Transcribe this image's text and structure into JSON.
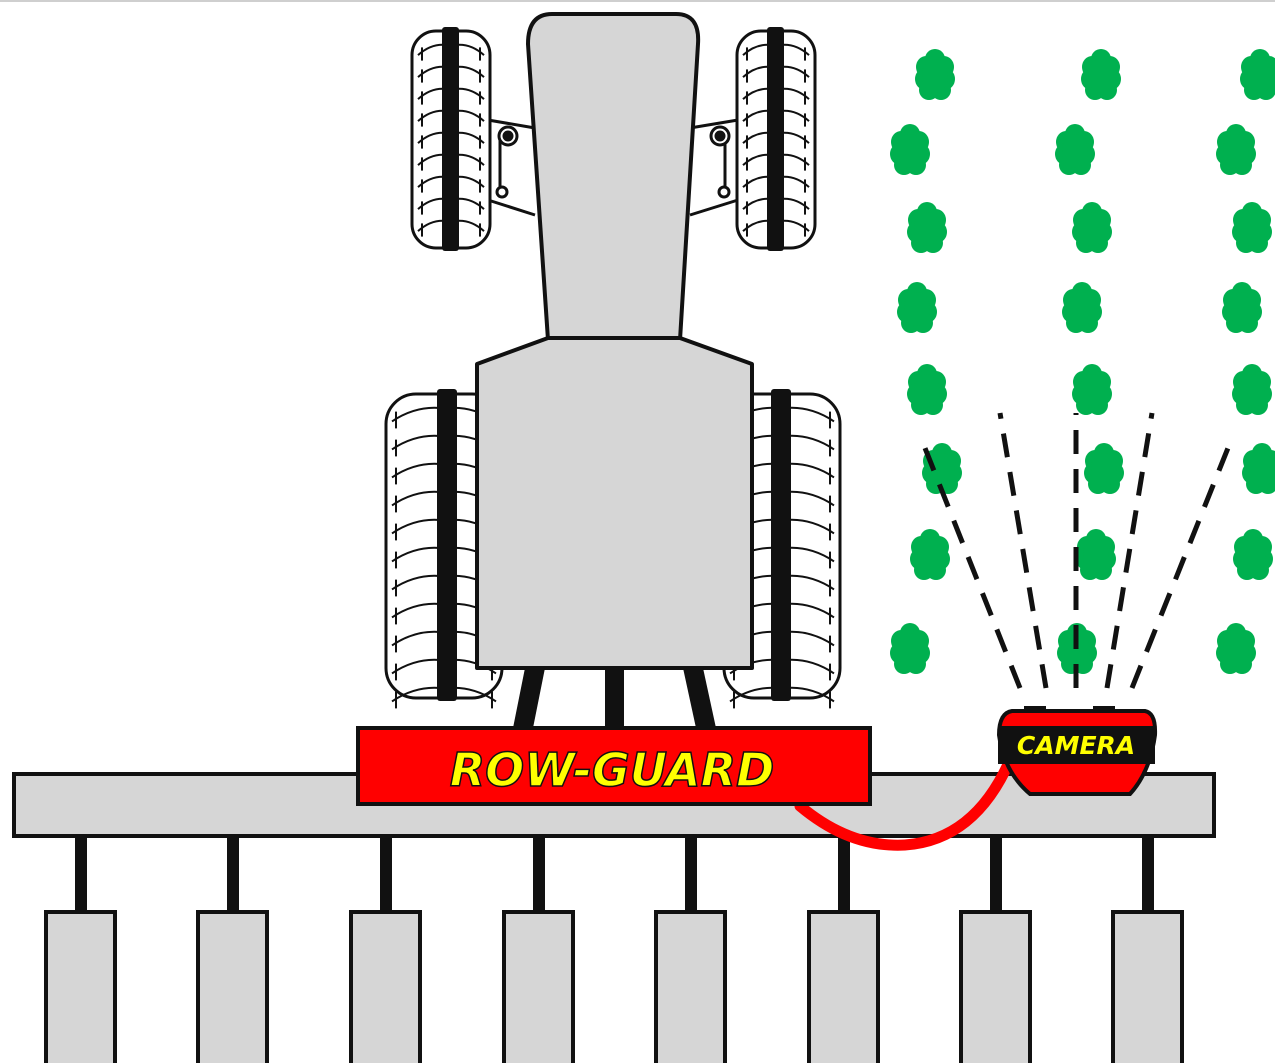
{
  "diagram": {
    "labels": {
      "row_guard": "ROW-GUARD",
      "camera": "CAMERA"
    },
    "components": [
      "tractor",
      "front-wheels",
      "rear-wheels",
      "hitch-links",
      "row-guard-unit",
      "toolbar-beam",
      "cultivator-shanks",
      "camera",
      "camera-cable",
      "camera-view-lines",
      "crop-rows"
    ],
    "crop_rows": 3,
    "plants_per_row": 8,
    "cultivator_units": 8,
    "camera_view_lines": 5,
    "colors": {
      "body_gray": "#d6d6d6",
      "outline": "#111111",
      "row_guard_red": "#ff0000",
      "label_yellow": "#ffff00",
      "crop_green": "#00b04f",
      "cable_red": "#ff0000"
    },
    "icons": {
      "plant": "plant-icon",
      "camera": "camera-icon",
      "tractor": "tractor-icon"
    }
  }
}
